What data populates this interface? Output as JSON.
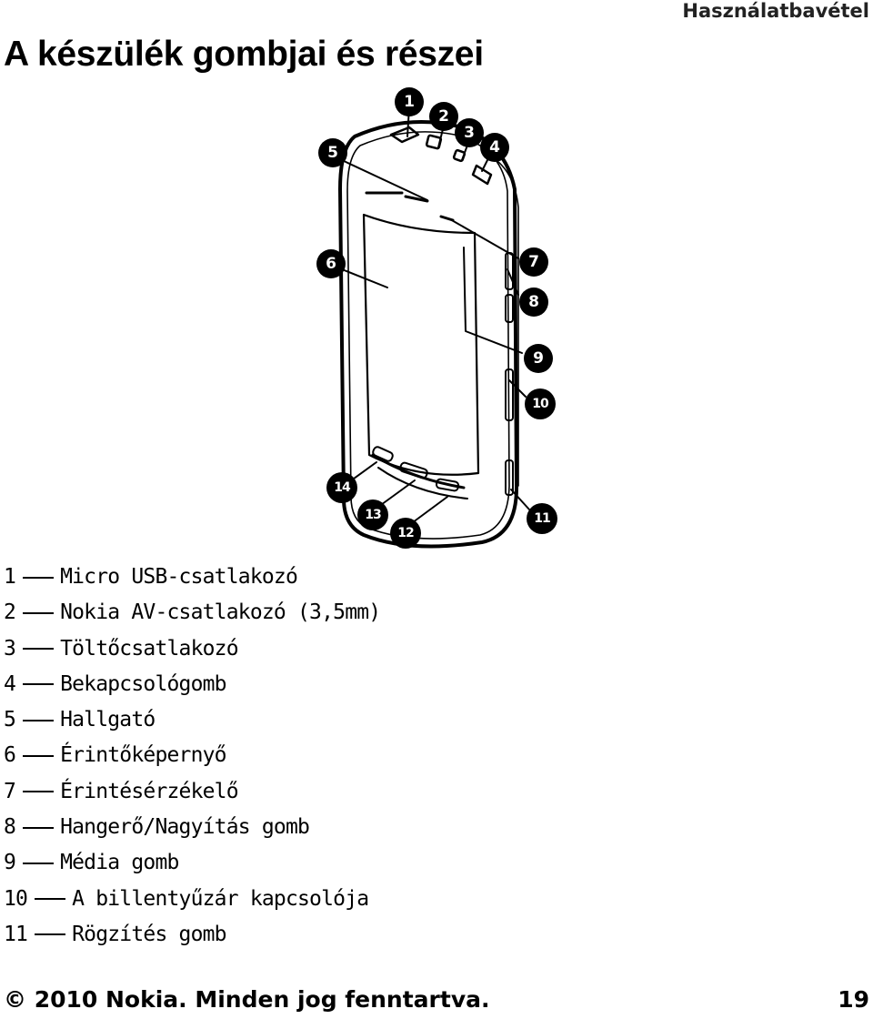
{
  "header": {
    "section": "Használatbavétel"
  },
  "title": "A készülék gombjai és részei",
  "figure": {
    "callouts": [
      "1",
      "2",
      "3",
      "4",
      "5",
      "6",
      "7",
      "8",
      "9",
      "10",
      "11",
      "12",
      "13",
      "14"
    ]
  },
  "legend": [
    {
      "num": "1",
      "label": "Micro USB-csatlakozó"
    },
    {
      "num": "2",
      "label": "Nokia AV-csatlakozó (3,5mm)"
    },
    {
      "num": "3",
      "label": "Töltőcsatlakozó"
    },
    {
      "num": "4",
      "label": "Bekapcsológomb"
    },
    {
      "num": "5",
      "label": "Hallgató"
    },
    {
      "num": "6",
      "label": "Érintőképernyő"
    },
    {
      "num": "7",
      "label": "Érintésérzékelő"
    },
    {
      "num": "8",
      "label": "Hangerő/Nagyítás gomb"
    },
    {
      "num": "9",
      "label": "Média gomb"
    },
    {
      "num": "10",
      "label": "A billentyűzár kapcsolója"
    },
    {
      "num": "11",
      "label": "Rögzítés gomb"
    }
  ],
  "footer": {
    "copyright": "© 2010 Nokia. Minden jog fenntartva.",
    "page": "19"
  }
}
